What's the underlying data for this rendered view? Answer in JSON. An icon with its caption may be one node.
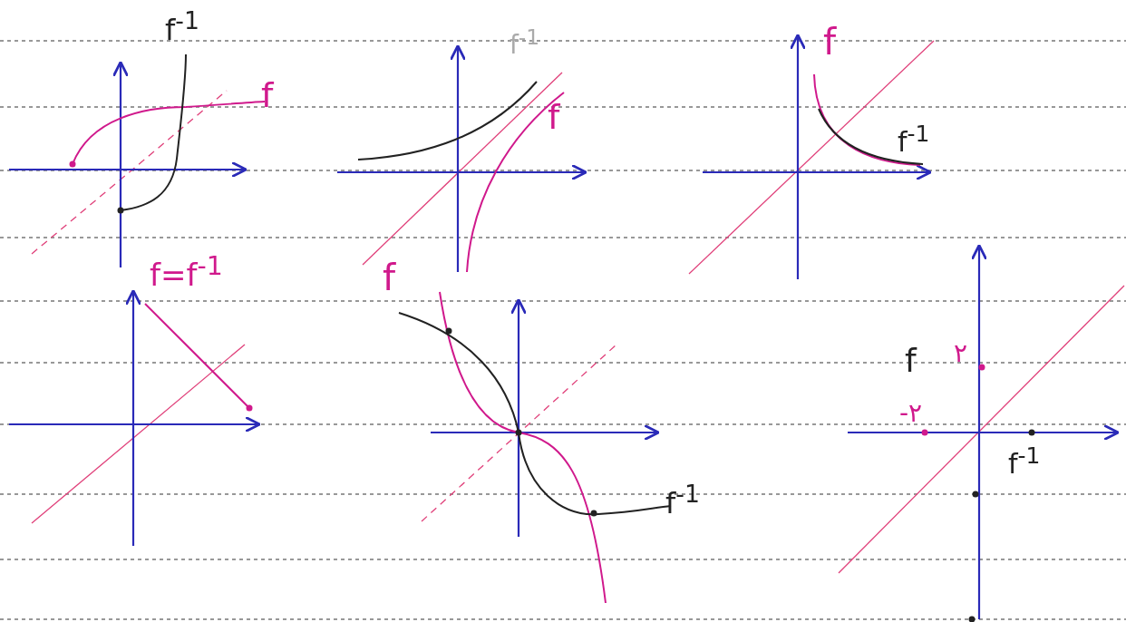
{
  "diagram": {
    "labels": [
      "f$^{-1}$",
      "f",
      "f$^{-1}$",
      "f",
      "f",
      "f$^{-1}$",
      "f=f$^{-1}$",
      "f",
      "f$^{-1}$",
      "f",
      "۲",
      "-۲",
      "f$^{-1}$"
    ]
  }
}
